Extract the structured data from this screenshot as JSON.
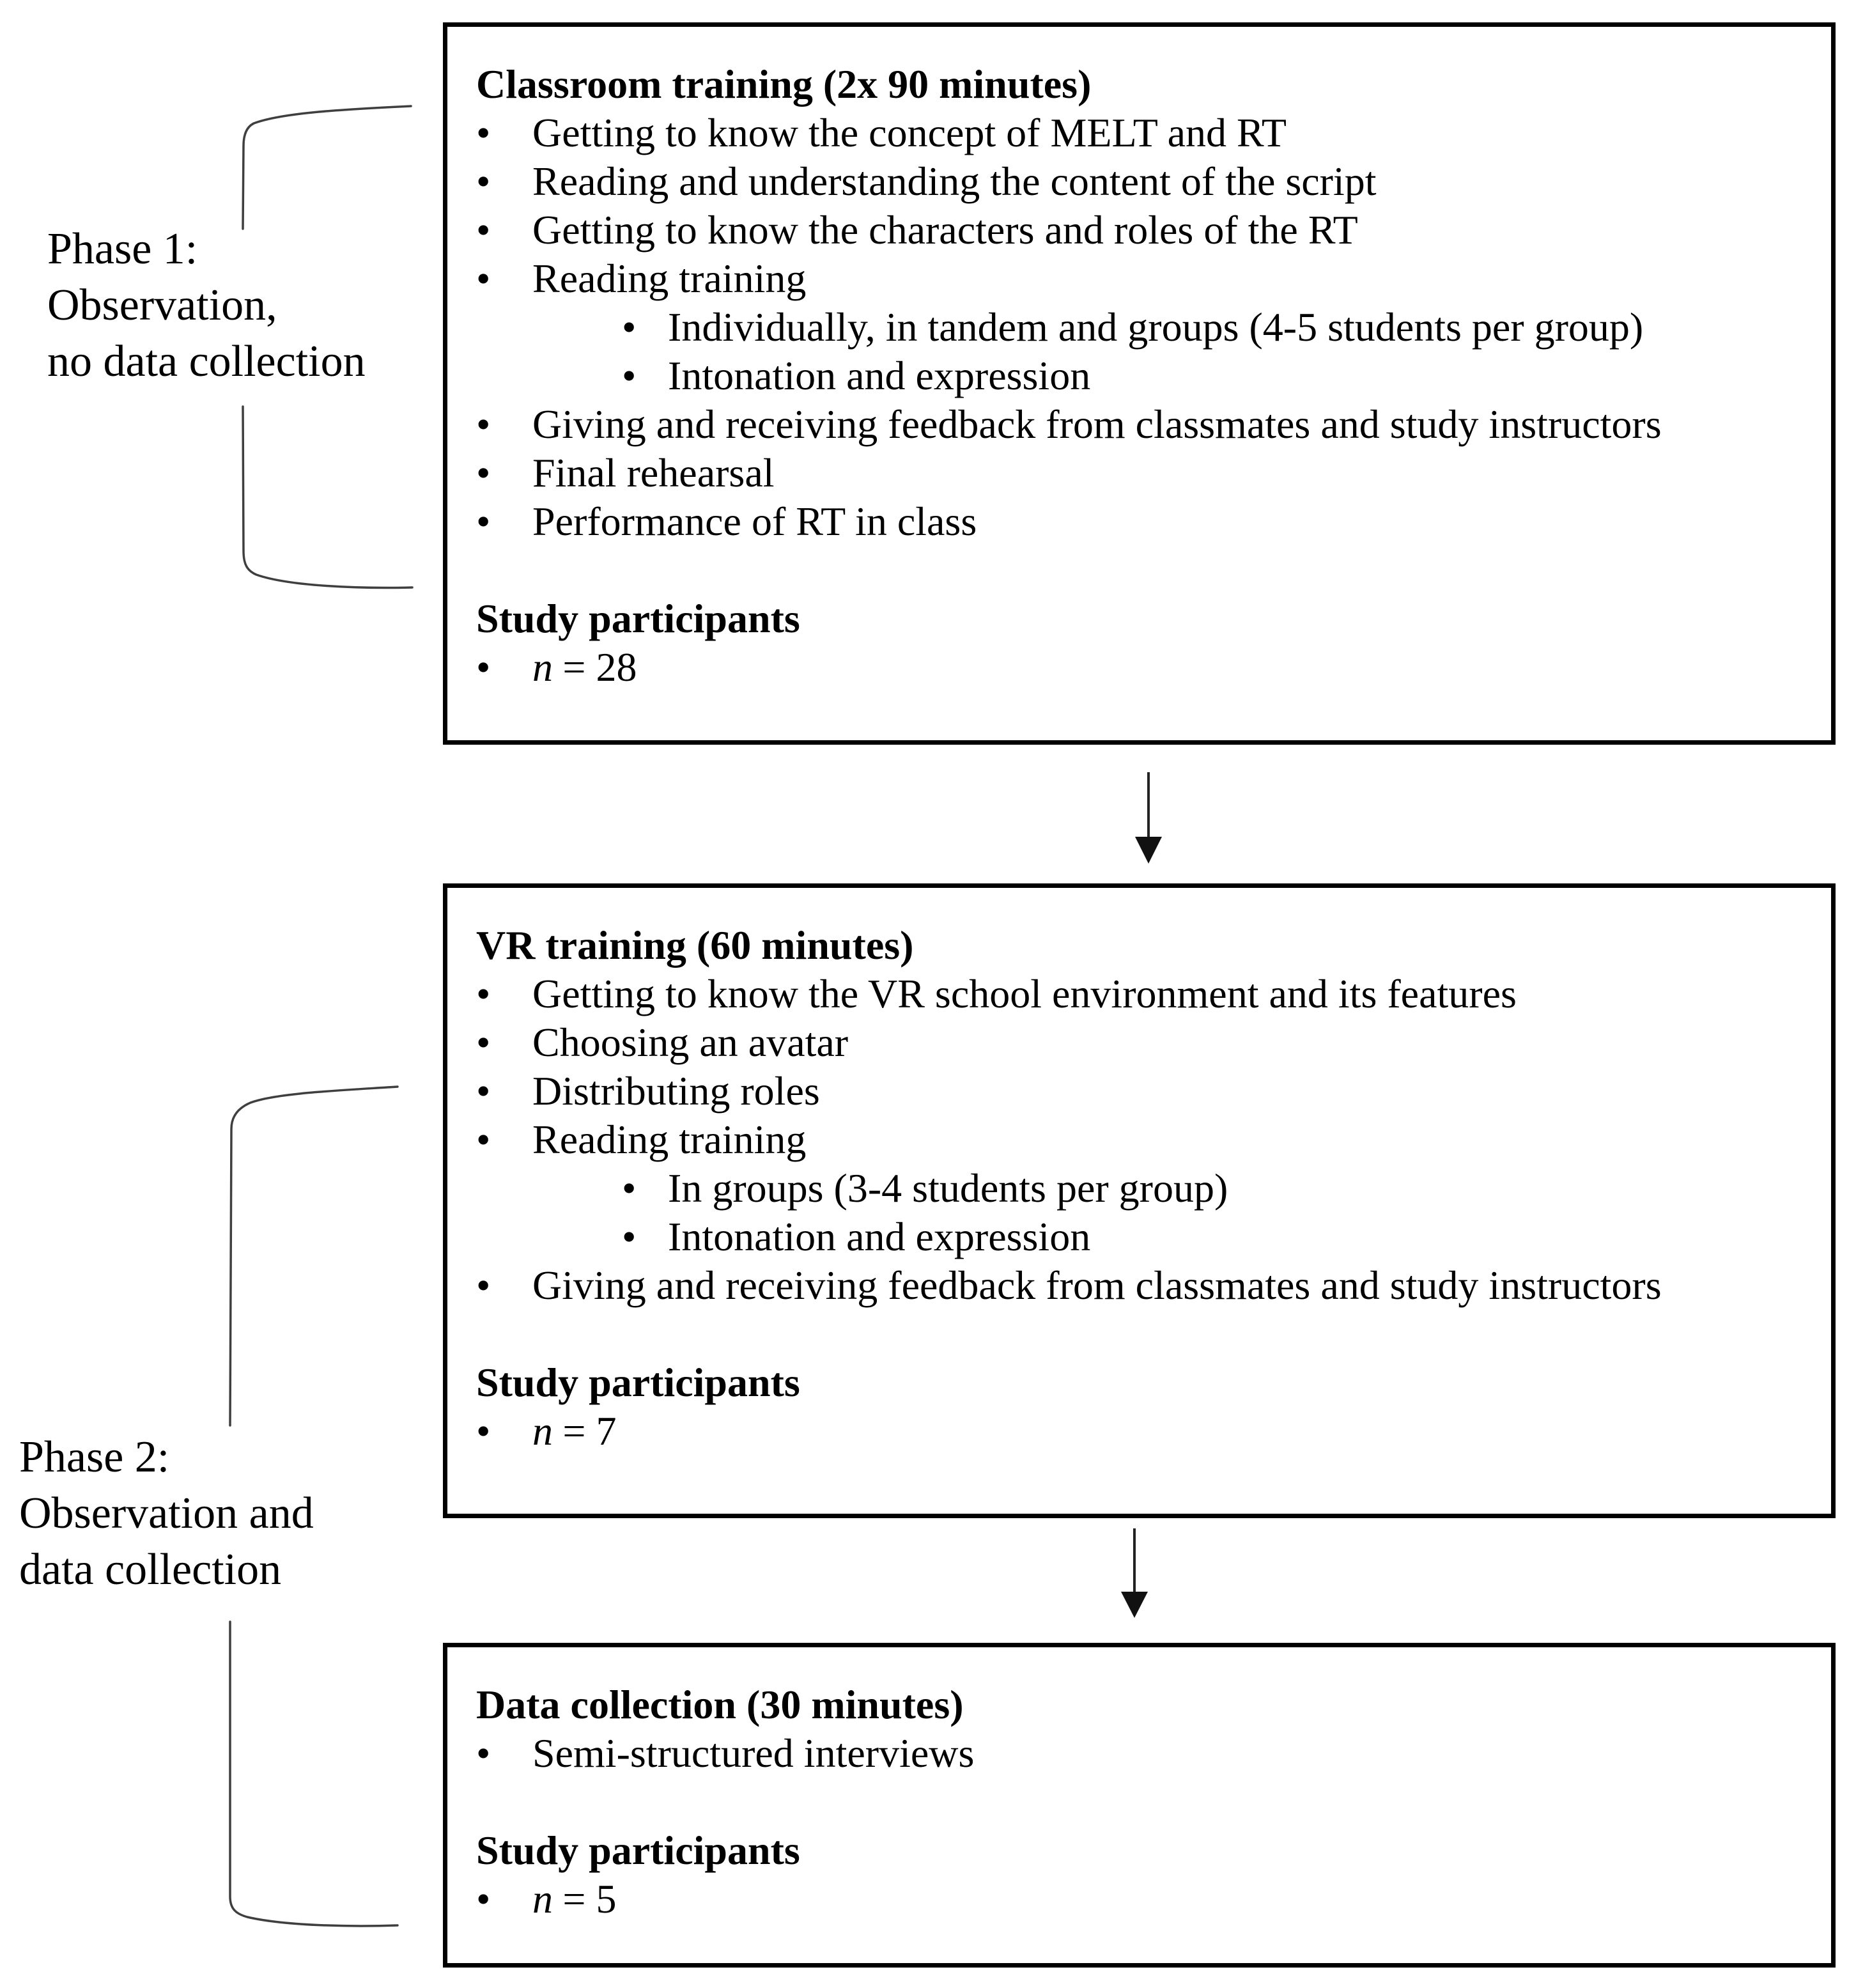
{
  "figure": {
    "bullet_char": "•",
    "colors": {
      "ink": "#000000",
      "brace_line": "#3f3f3f",
      "arrow": "#111111"
    },
    "phases": [
      {
        "lines": [
          "Phase 1:",
          "Observation,",
          "no data collection"
        ]
      },
      {
        "lines": [
          "Phase 2:",
          "Observation and",
          "data collection"
        ]
      }
    ],
    "boxes": [
      {
        "title": "Classroom training (2x 90 minutes)",
        "bullets": [
          {
            "level": 1,
            "text": "Getting to know the concept of MELT and RT"
          },
          {
            "level": 1,
            "text": "Reading and understanding the content of the script"
          },
          {
            "level": 1,
            "text": "Getting to know the characters and roles of the RT"
          },
          {
            "level": 1,
            "text": "Reading training"
          },
          {
            "level": 2,
            "text": "Individually, in tandem and groups (4-5 students per group)"
          },
          {
            "level": 2,
            "text": "Intonation and expression"
          },
          {
            "level": 1,
            "text": "Giving and receiving feedback from classmates and study instructors"
          },
          {
            "level": 1,
            "text": "Final rehearsal"
          },
          {
            "level": 1,
            "text": "Performance of RT in class"
          }
        ],
        "participants": {
          "heading": "Study participants",
          "var": "n",
          "value": "= 28"
        }
      },
      {
        "title": "VR training (60 minutes)",
        "bullets": [
          {
            "level": 1,
            "text": "Getting to know the VR school environment and its features"
          },
          {
            "level": 1,
            "text": "Choosing an avatar"
          },
          {
            "level": 1,
            "text": "Distributing roles"
          },
          {
            "level": 1,
            "text": "Reading training"
          },
          {
            "level": 2,
            "text": "In groups (3-4 students per group)"
          },
          {
            "level": 2,
            "text": "Intonation and expression"
          },
          {
            "level": 1,
            "text": "Giving and receiving feedback from classmates and study instructors"
          }
        ],
        "participants": {
          "heading": "Study participants",
          "var": "n",
          "value": "= 7"
        }
      },
      {
        "title": "Data collection (30 minutes)",
        "bullets": [
          {
            "level": 1,
            "text": "Semi-structured interviews"
          }
        ],
        "participants": {
          "heading": "Study participants",
          "var": "n",
          "value": "= 5"
        }
      }
    ]
  }
}
